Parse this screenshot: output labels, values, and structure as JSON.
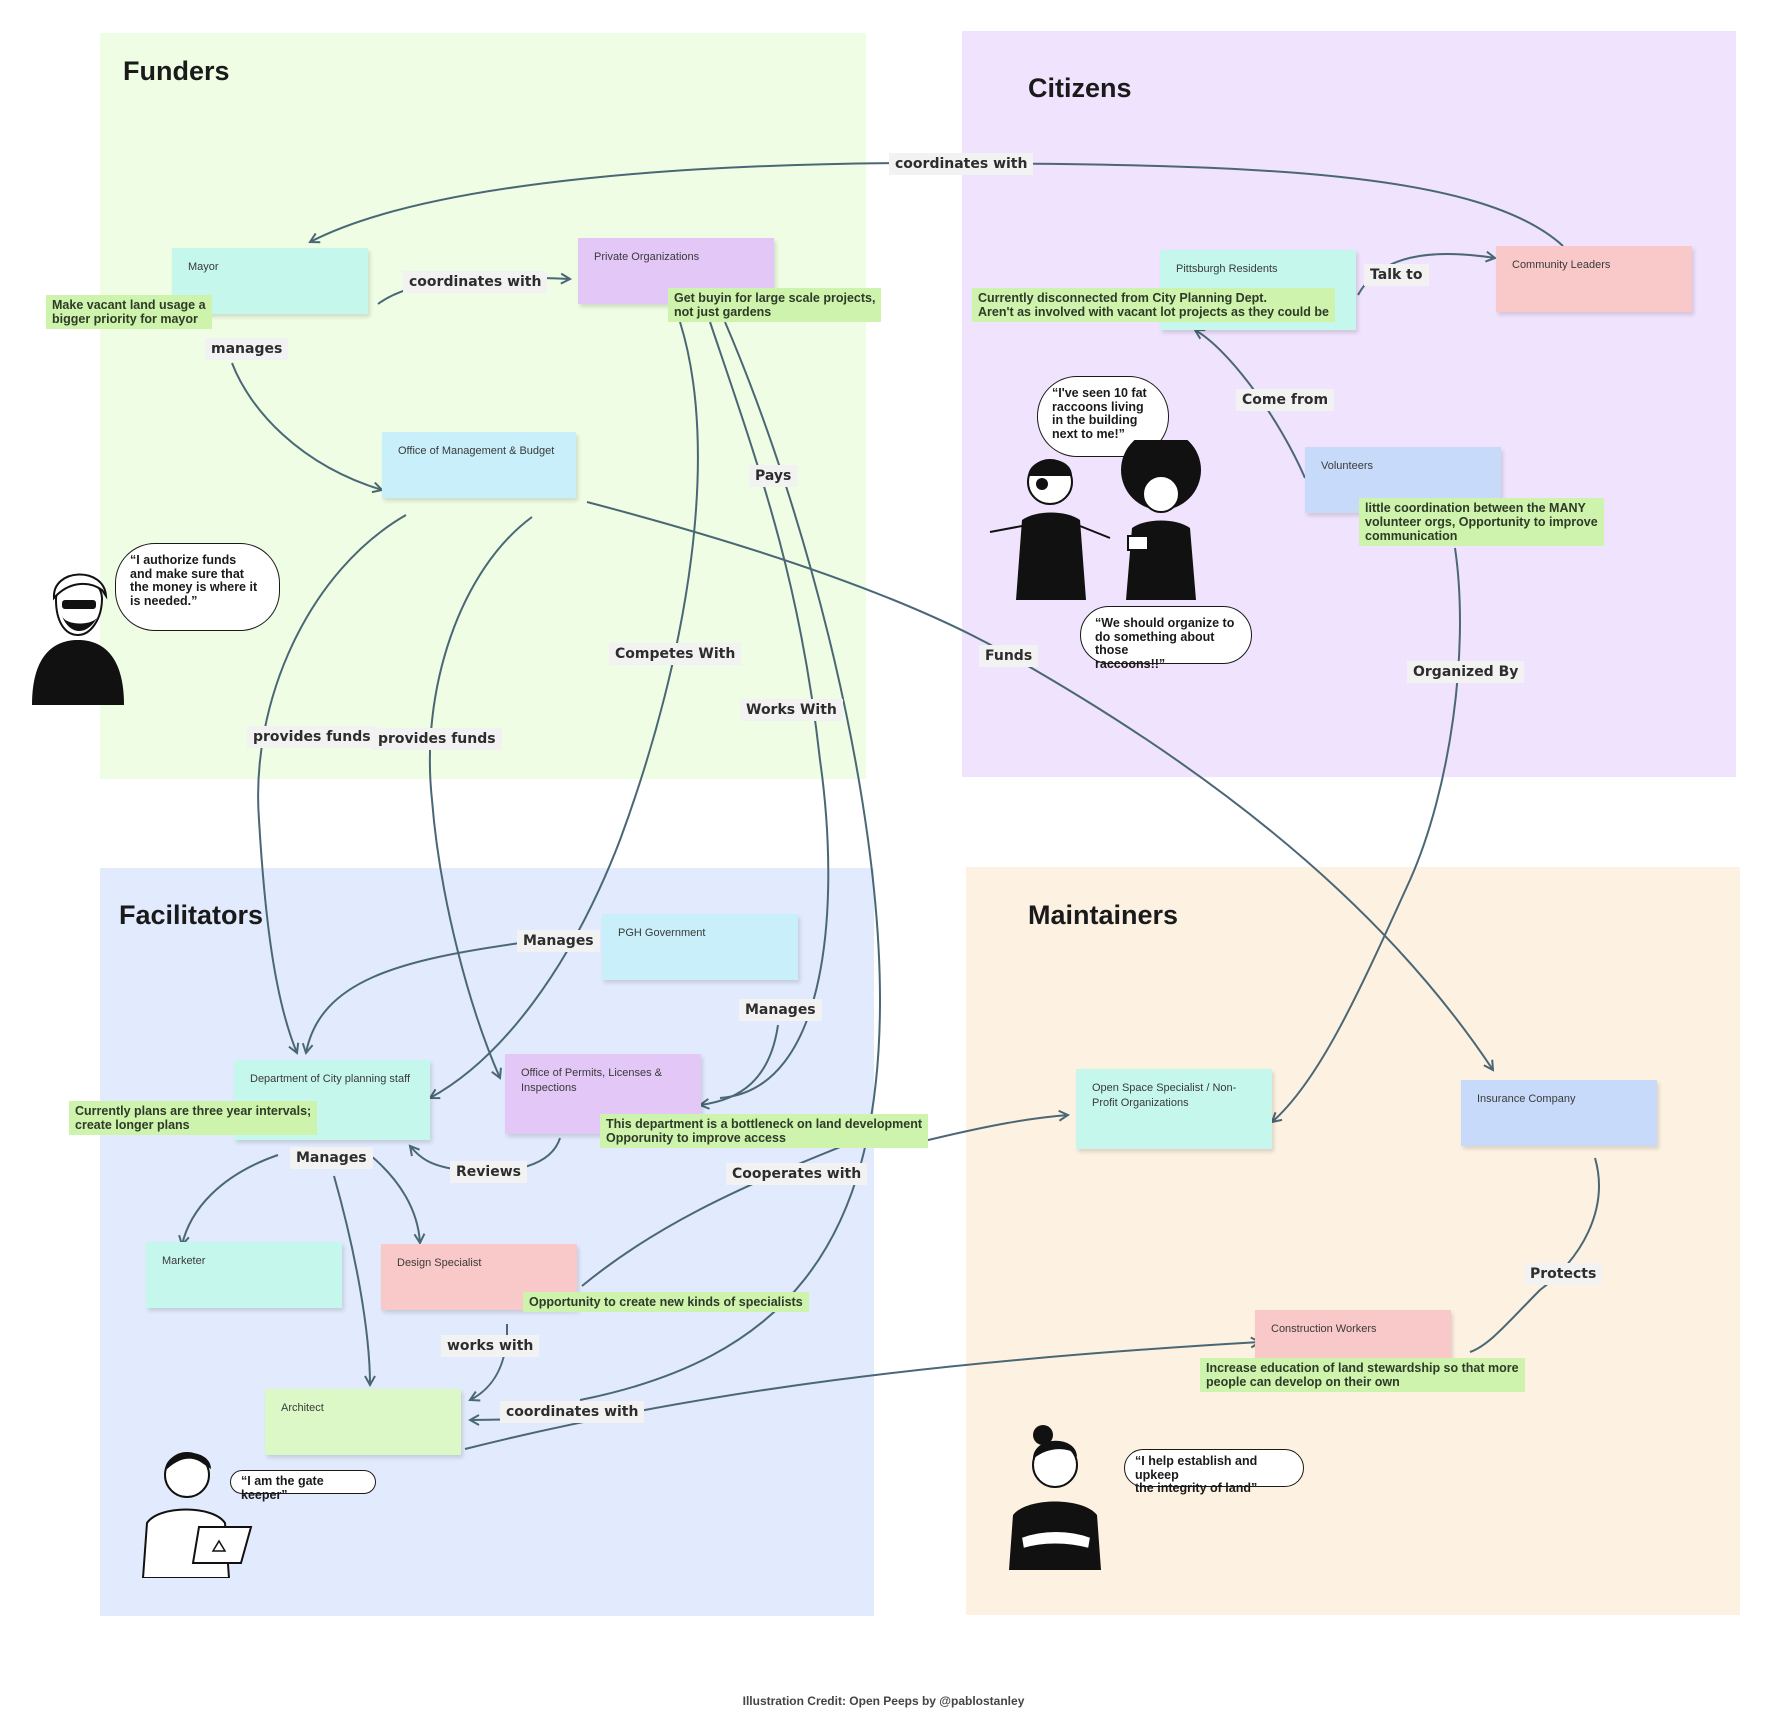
{
  "quadrants": {
    "funders": "Funders",
    "citizens": "Citizens",
    "facilitators": "Facilitators",
    "maintainers": "Maintainers"
  },
  "stickies": {
    "mayor": "Mayor",
    "private_orgs": "Private Organizations",
    "omb": "Office of Management & Budget",
    "pittsburgh_residents": "Pittsburgh Residents",
    "community_leaders": "Community Leaders",
    "volunteers": "Volunteers",
    "pgh_government": "PGH Government",
    "city_planning": "Department of City planning staff",
    "permits": "Office of Permits, Licenses & Inspections",
    "marketer": "Marketer",
    "design_specialist": "Design Specialist",
    "architect": "Architect",
    "open_space": "Open Space Specialist / Non-Profit Organizations",
    "insurance": "Insurance Company",
    "construction": "Construction Workers"
  },
  "notes": {
    "mayor_note": "Make vacant land usage a\nbigger priority for mayor",
    "private_note": "Get buyin for large scale projects,\nnot just gardens",
    "residents_note": "Currently disconnected from City Planning Dept.\nAren't as involved with vacant lot projects as they could be",
    "volunteers_note": "little coordination between the MANY\nvolunteer orgs, Opportunity to improve\ncommunication",
    "planning_note": "Currently plans are three year intervals;\ncreate longer plans",
    "permits_note": "This department is a bottleneck on land development\nOpporunity to improve access",
    "specialist_note": "Opportunity to create new kinds of specialists",
    "construction_note": "Increase education of land stewardship so that more\npeople can develop on their own"
  },
  "edge_labels": {
    "coordinates_top": "coordinates with",
    "coordinates_mayor": "coordinates with",
    "manages_omb": "manages",
    "pays": "Pays",
    "talk_to": "Talk to",
    "come_from": "Come from",
    "competes_with": "Competes With",
    "works_with_top": "Works  With",
    "funds": "Funds",
    "organized_by": "Organized By",
    "provides_funds_1": "provides funds",
    "provides_funds_2": "provides funds",
    "manages_pgh": "Manages",
    "manages_permits": "Manages",
    "manages_planning": "Manages",
    "reviews": "Reviews",
    "cooperates_with": "Cooperates with",
    "works_with_arch": "works with",
    "coordinates_arch": "coordinates with",
    "protects": "Protects"
  },
  "quotes": {
    "funder": "“I authorize funds\nand make sure that\nthe money is where it\nis needed.”",
    "citizen_1": "“I've seen 10 fat\nraccoons living\nin the building\nnext to me!”",
    "citizen_2": "“We should organize to\ndo something about those\nraccoons!!”",
    "facilitator": "“I am the gate keeper”",
    "maintainer": "“I help establish and upkeep\nthe integrity of land”"
  },
  "credit": "Illustration Credit: Open Peeps by @pablostanley",
  "colors": {
    "funders_bg": "#eefde4",
    "citizens_bg": "#f0e3fd",
    "facilitators_bg": "#e2ebfd",
    "maintainers_bg": "#fdf1e2",
    "arrow": "#4a6775",
    "note_bg": "#cdf3ad"
  }
}
